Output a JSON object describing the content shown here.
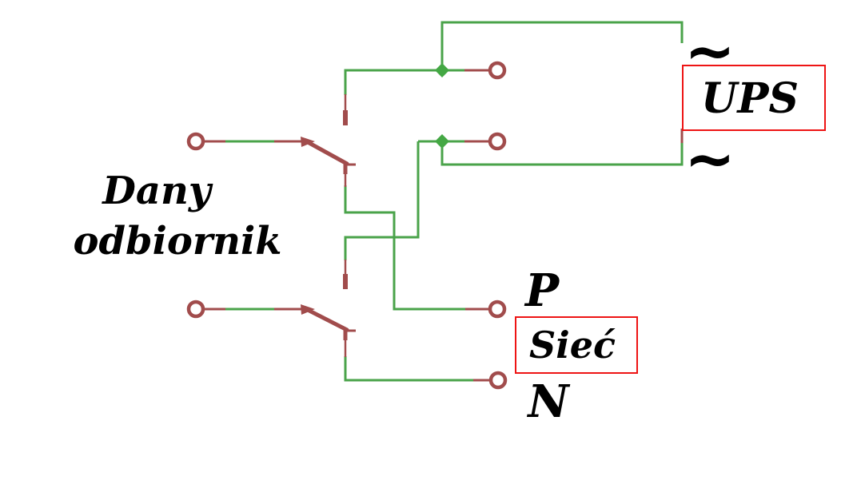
{
  "labels": {
    "load_line1": "Dany",
    "load_line2": "odbiornik",
    "ups": "UPS",
    "grid": "Sieć",
    "phase": "P",
    "neutral": "N",
    "ac_top": "~",
    "ac_bottom": "~"
  },
  "colors": {
    "wire_green": "#4aa34a",
    "junction_green": "#44a844",
    "component_red": "#a14c4c",
    "box_border_red": "#ee1414",
    "label_black": "#000000",
    "background": "#ffffff"
  }
}
